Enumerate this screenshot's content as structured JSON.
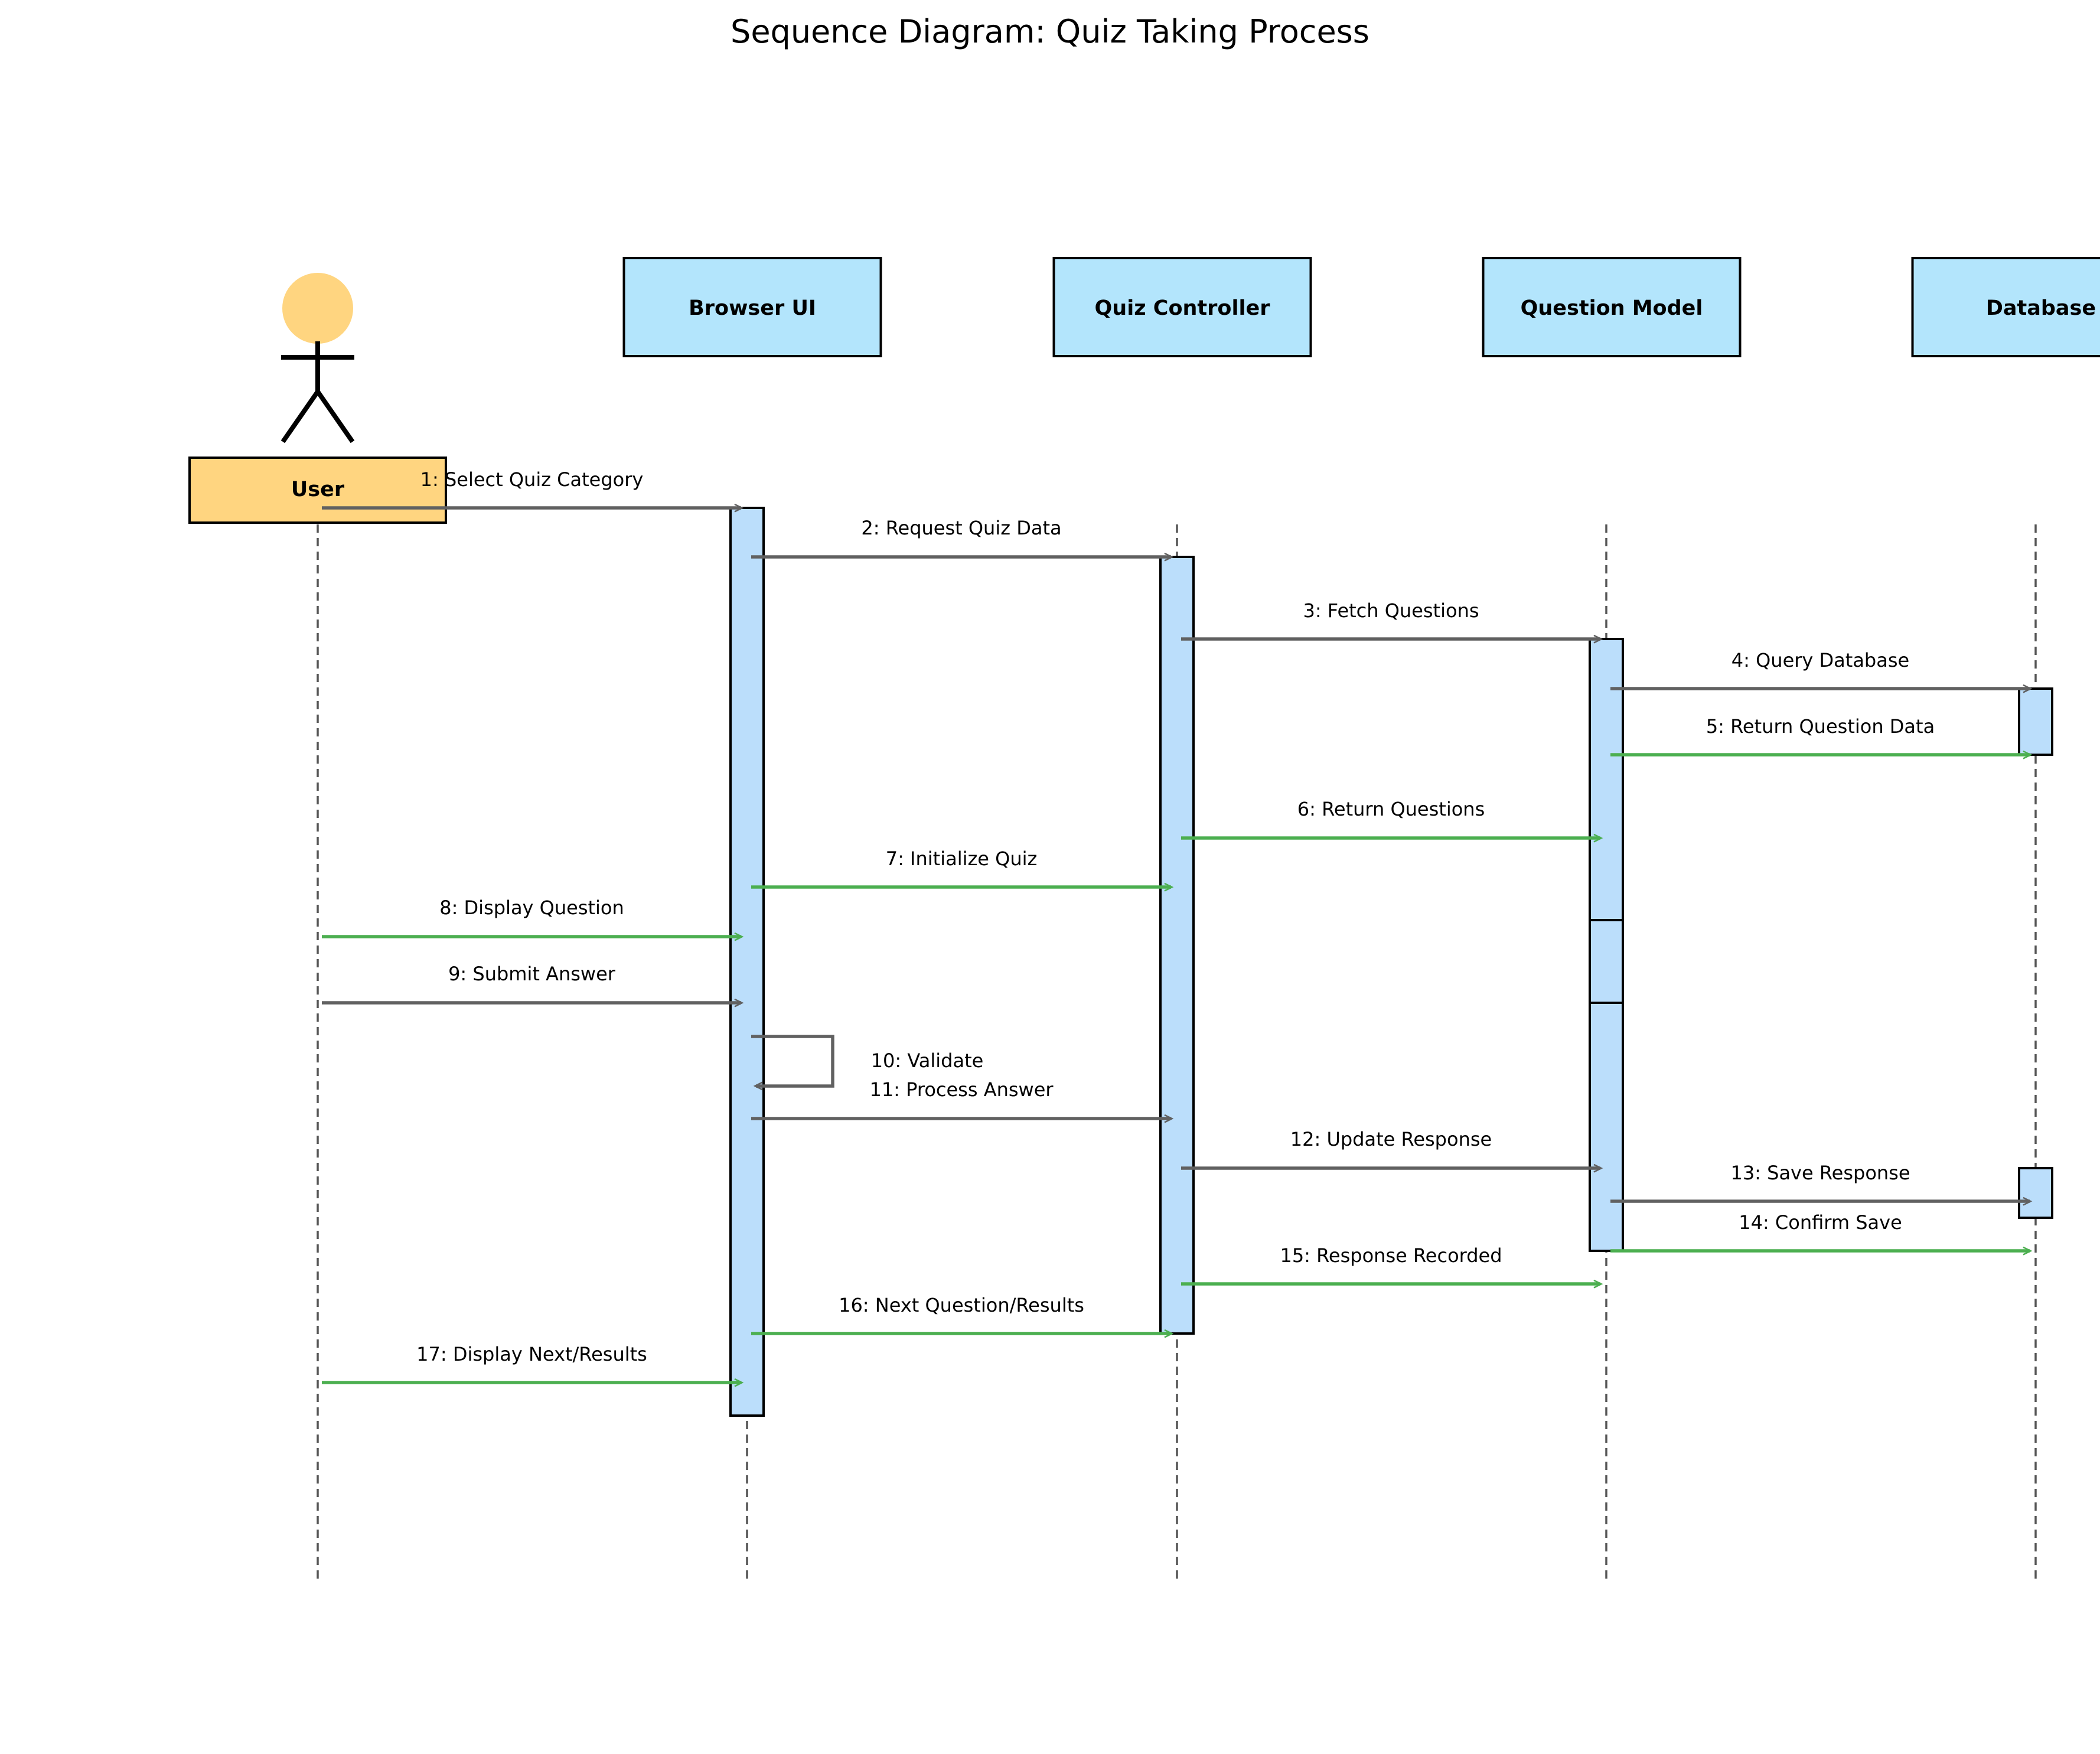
{
  "title": "Sequence Diagram: Quiz Taking Process",
  "colors": {
    "participant_fill": "#b3e5fc",
    "actor_fill": "#ffd580",
    "call_arrow": "#616161",
    "return_arrow": "#4caf50",
    "activation_fill": "#bbdefb",
    "lifeline": "#555555"
  },
  "participants": [
    {
      "id": "user",
      "label": "User",
      "kind": "actor"
    },
    {
      "id": "browser",
      "label": "Browser UI",
      "kind": "object"
    },
    {
      "id": "controller",
      "label": "Quiz Controller",
      "kind": "object"
    },
    {
      "id": "model",
      "label": "Question Model",
      "kind": "object"
    },
    {
      "id": "database",
      "label": "Database",
      "kind": "object"
    }
  ],
  "messages": [
    {
      "label": "1: Select Quiz Category",
      "from": "user",
      "to": "browser",
      "type": "call"
    },
    {
      "label": "2: Request Quiz Data",
      "from": "browser",
      "to": "controller",
      "type": "call"
    },
    {
      "label": "3: Fetch Questions",
      "from": "controller",
      "to": "model",
      "type": "call"
    },
    {
      "label": "4: Query Database",
      "from": "model",
      "to": "database",
      "type": "call"
    },
    {
      "label": "5: Return Question Data",
      "from": "model",
      "to": "database",
      "type": "return"
    },
    {
      "label": "6: Return Questions",
      "from": "controller",
      "to": "model",
      "type": "return"
    },
    {
      "label": "7: Initialize Quiz",
      "from": "browser",
      "to": "controller",
      "type": "return"
    },
    {
      "label": "8: Display Question",
      "from": "user",
      "to": "browser",
      "type": "return"
    },
    {
      "label": "9: Submit Answer",
      "from": "user",
      "to": "browser",
      "type": "call"
    },
    {
      "label": "10: Validate",
      "from": "browser",
      "to": "browser",
      "type": "self"
    },
    {
      "label": "11: Process Answer",
      "from": "browser",
      "to": "controller",
      "type": "call"
    },
    {
      "label": "12: Update Response",
      "from": "controller",
      "to": "model",
      "type": "call"
    },
    {
      "label": "13: Save Response",
      "from": "model",
      "to": "database",
      "type": "call"
    },
    {
      "label": "14: Confirm Save",
      "from": "model",
      "to": "database",
      "type": "return"
    },
    {
      "label": "15: Response Recorded",
      "from": "controller",
      "to": "model",
      "type": "return"
    },
    {
      "label": "16: Next Question/Results",
      "from": "browser",
      "to": "controller",
      "type": "return"
    },
    {
      "label": "17: Display Next/Results",
      "from": "user",
      "to": "browser",
      "type": "return"
    }
  ]
}
